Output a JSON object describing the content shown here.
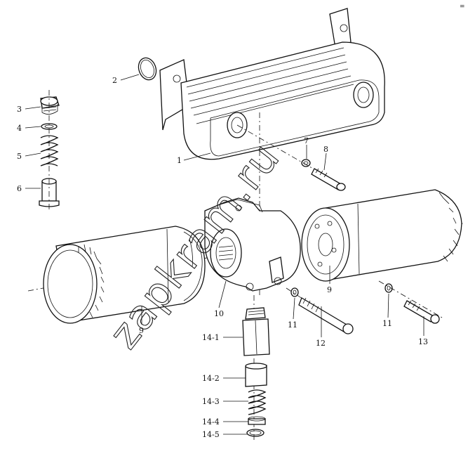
{
  "watermark": "zapkram.ru",
  "corner_mark": "=",
  "callouts": [
    {
      "id": "1",
      "label": "1"
    },
    {
      "id": "2",
      "label": "2"
    },
    {
      "id": "3",
      "label": "3"
    },
    {
      "id": "4",
      "label": "4"
    },
    {
      "id": "5",
      "label": "5"
    },
    {
      "id": "6",
      "label": "6"
    },
    {
      "id": "7",
      "label": "7"
    },
    {
      "id": "8",
      "label": "8"
    },
    {
      "id": "9a",
      "label": "9"
    },
    {
      "id": "9b",
      "label": "9"
    },
    {
      "id": "10",
      "label": "10"
    },
    {
      "id": "11a",
      "label": "11"
    },
    {
      "id": "11b",
      "label": "11"
    },
    {
      "id": "12",
      "label": "12"
    },
    {
      "id": "13",
      "label": "13"
    },
    {
      "id": "14-1",
      "label": "14-1"
    },
    {
      "id": "14-2",
      "label": "14-2"
    },
    {
      "id": "14-3",
      "label": "14-3"
    },
    {
      "id": "14-4",
      "label": "14-4"
    },
    {
      "id": "14-5",
      "label": "14-5"
    }
  ]
}
